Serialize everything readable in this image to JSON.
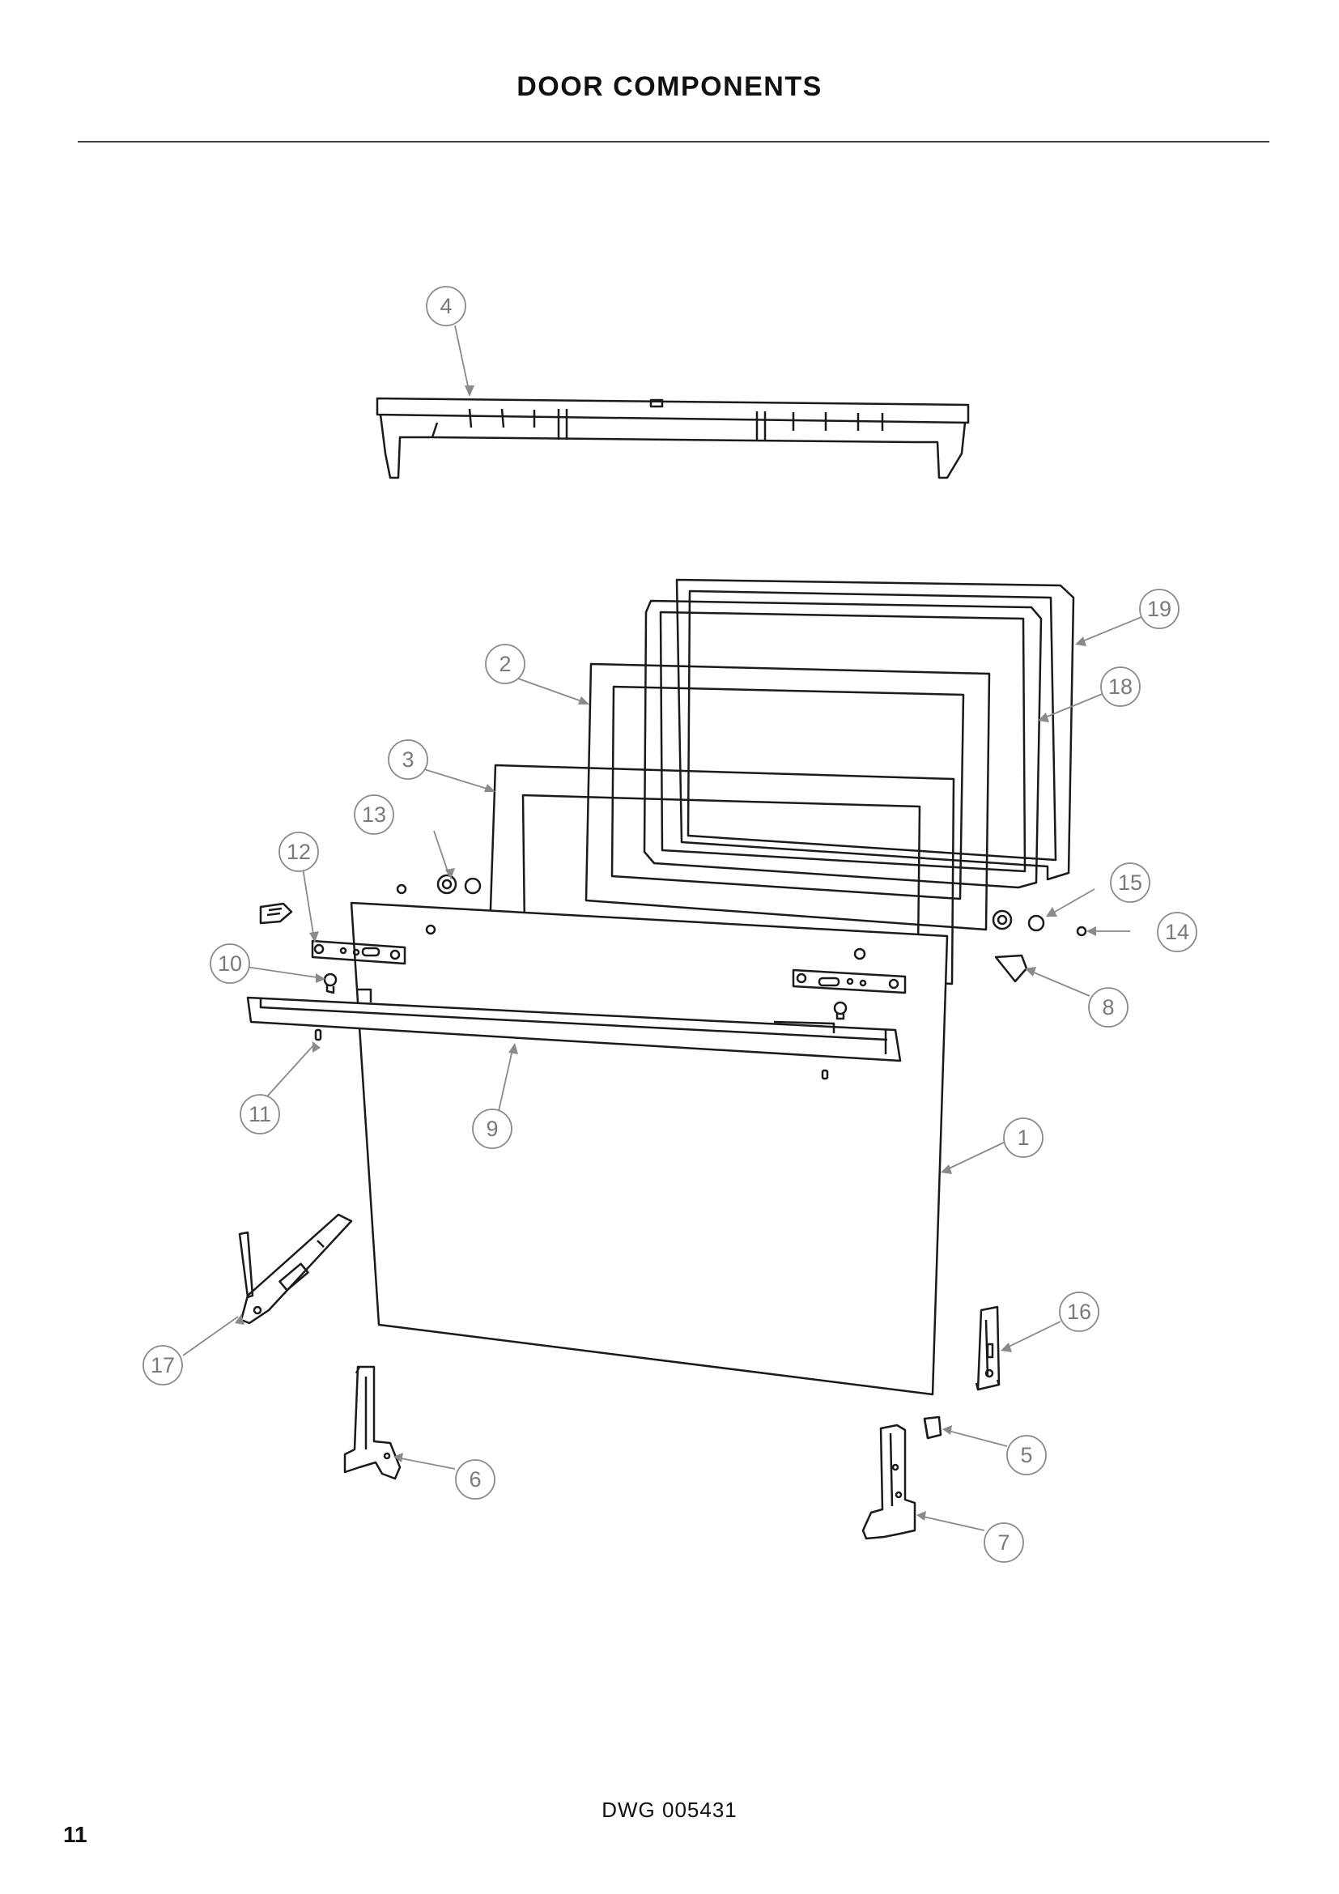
{
  "header": {
    "title": "DOOR COMPONENTS"
  },
  "callouts": [
    {
      "id": "c1",
      "label": "1",
      "part": "outer-door-panel"
    },
    {
      "id": "c2",
      "label": "2",
      "part": "inner-glass-frame"
    },
    {
      "id": "c3",
      "label": "3",
      "part": "middle-glass-frame"
    },
    {
      "id": "c4",
      "label": "4",
      "part": "top-trim"
    },
    {
      "id": "c5",
      "label": "5",
      "part": "small-block"
    },
    {
      "id": "c6",
      "label": "6",
      "part": "left-hinge-bracket"
    },
    {
      "id": "c7",
      "label": "7",
      "part": "right-hinge-bracket"
    },
    {
      "id": "c8",
      "label": "8",
      "part": "wedge-stop"
    },
    {
      "id": "c9",
      "label": "9",
      "part": "handle"
    },
    {
      "id": "c10",
      "label": "10",
      "part": "screw"
    },
    {
      "id": "c11",
      "label": "11",
      "part": "small-pin"
    },
    {
      "id": "c12",
      "label": "12",
      "part": "mount-plate"
    },
    {
      "id": "c13",
      "label": "13",
      "part": "spacer"
    },
    {
      "id": "c14",
      "label": "14",
      "part": "small-washer"
    },
    {
      "id": "c15",
      "label": "15",
      "part": "clip"
    },
    {
      "id": "c16",
      "label": "16",
      "part": "right-hinge-arm"
    },
    {
      "id": "c17",
      "label": "17",
      "part": "left-hinge-arm"
    },
    {
      "id": "c18",
      "label": "18",
      "part": "door-seal"
    },
    {
      "id": "c19",
      "label": "19",
      "part": "outer-seal"
    }
  ],
  "footer": {
    "drawing_number": "DWG 005431",
    "page_number": "11"
  },
  "colors": {
    "line": "#1a1a1a",
    "callout": "#8a8a8a"
  }
}
